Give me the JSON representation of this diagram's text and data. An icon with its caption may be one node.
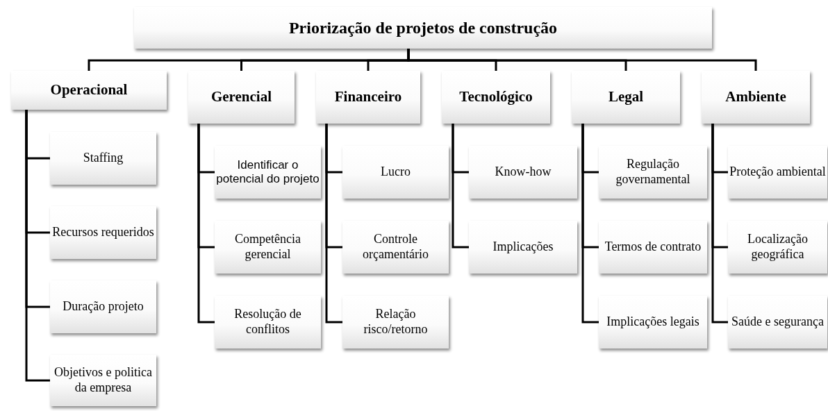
{
  "diagram": {
    "nodes": [
      {
        "text": [
          "Priorização de projetos de construção"
        ]
      },
      {
        "text": [
          "Operacional"
        ]
      },
      {
        "text": [
          "Staffing"
        ]
      },
      {
        "text": [
          "Recursos requeridos"
        ]
      },
      {
        "text": [
          "Duração projeto"
        ]
      },
      {
        "text": [
          "Objetivos e politica da empresa"
        ]
      },
      {
        "text": [
          "Gerencial"
        ]
      },
      {
        "text": [
          "Identificar o potencial do projeto"
        ]
      },
      {
        "text": [
          "Competência gerencial"
        ]
      },
      {
        "text": [
          "Resolução de conflitos"
        ]
      },
      {
        "text": [
          "Financeiro"
        ]
      },
      {
        "text": [
          "Lucro"
        ]
      },
      {
        "text": [
          "Controle orçamentário"
        ]
      },
      {
        "text": [
          "Relação risco/retorno"
        ]
      },
      {
        "text": [
          "Tecnológico"
        ]
      },
      {
        "text": [
          "Know-how"
        ]
      },
      {
        "text": [
          "Implicações"
        ]
      },
      {
        "text": [
          "Legal"
        ]
      },
      {
        "text": [
          "Regulação governamental"
        ]
      },
      {
        "text": [
          "Termos de contrato"
        ]
      },
      {
        "text": [
          "Implicações legais"
        ]
      },
      {
        "text": [
          "Ambiente"
        ]
      },
      {
        "text": [
          "Proteção ambiental"
        ]
      },
      {
        "text": [
          "Localização geográfica"
        ]
      },
      {
        "text": [
          "Saúde e segurança"
        ]
      }
    ],
    "edges": [
      {
        "from": 0,
        "to": 1,
        "arrow": "none"
      },
      {
        "from": 0,
        "to": 6,
        "arrow": "none"
      },
      {
        "from": 0,
        "to": 10,
        "arrow": "none"
      },
      {
        "from": 0,
        "to": 14,
        "arrow": "none"
      },
      {
        "from": 0,
        "to": 17,
        "arrow": "none"
      },
      {
        "from": 0,
        "to": 21,
        "arrow": "none"
      },
      {
        "from": 1,
        "to": 2,
        "arrow": "none"
      },
      {
        "from": 1,
        "to": 3,
        "arrow": "none"
      },
      {
        "from": 1,
        "to": 4,
        "arrow": "none"
      },
      {
        "from": 1,
        "to": 5,
        "arrow": "none"
      },
      {
        "from": 6,
        "to": 7,
        "arrow": "none"
      },
      {
        "from": 6,
        "to": 8,
        "arrow": "none"
      },
      {
        "from": 6,
        "to": 9,
        "arrow": "none"
      },
      {
        "from": 10,
        "to": 11,
        "arrow": "none"
      },
      {
        "from": 10,
        "to": 12,
        "arrow": "none"
      },
      {
        "from": 10,
        "to": 13,
        "arrow": "none"
      },
      {
        "from": 14,
        "to": 15,
        "arrow": "none"
      },
      {
        "from": 14,
        "to": 16,
        "arrow": "none"
      },
      {
        "from": 17,
        "to": 18,
        "arrow": "none"
      },
      {
        "from": 17,
        "to": 19,
        "arrow": "none"
      },
      {
        "from": 17,
        "to": 20,
        "arrow": "none"
      },
      {
        "from": 21,
        "to": 22,
        "arrow": "none"
      },
      {
        "from": 21,
        "to": 23,
        "arrow": "none"
      },
      {
        "from": 21,
        "to": 24,
        "arrow": "none"
      }
    ]
  }
}
